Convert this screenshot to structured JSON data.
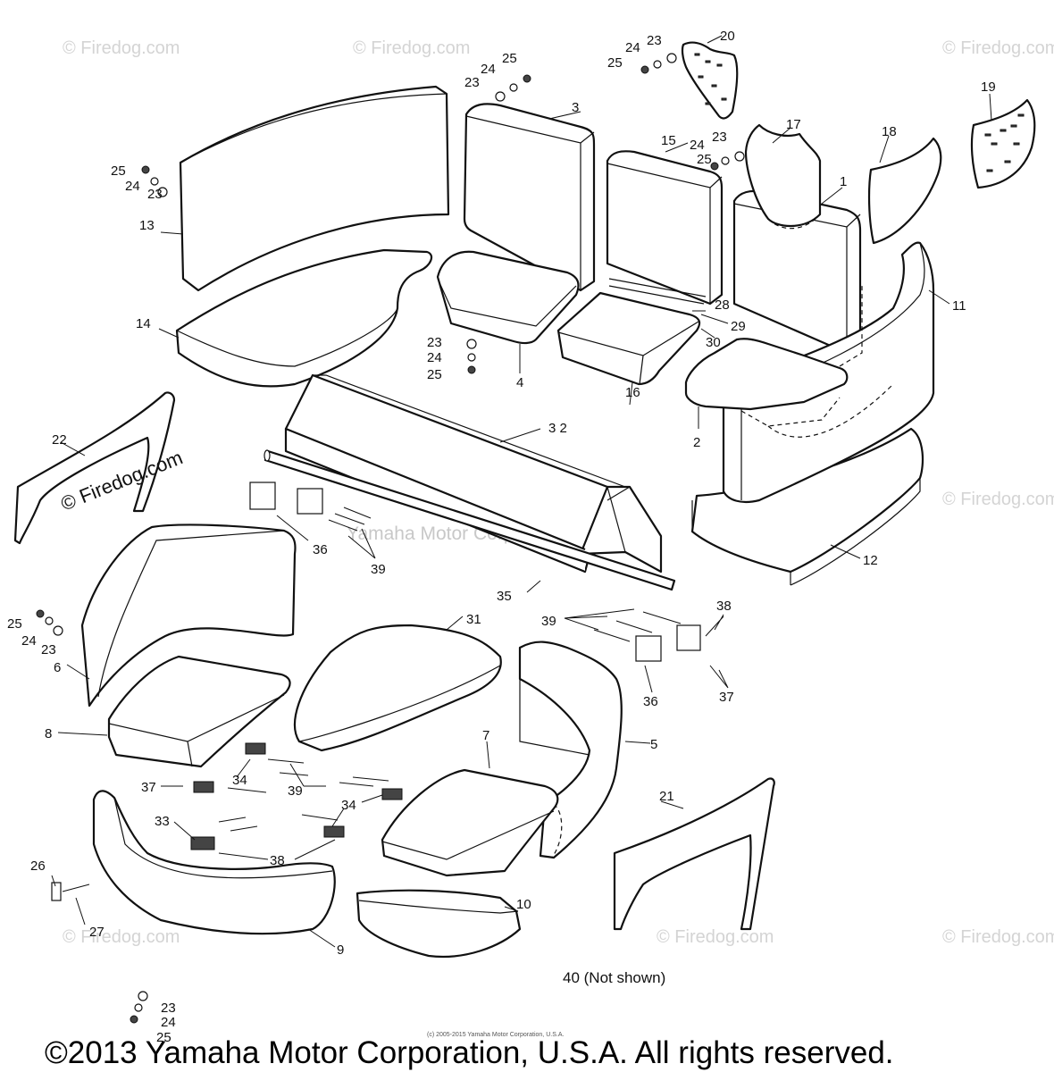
{
  "watermark": {
    "site": "© Firedog.com",
    "center": "Yamaha Motor Corp., U.S.A."
  },
  "labels": {
    "p1": "1",
    "p2": "2",
    "p3": "3",
    "p4": "4",
    "p5": "5",
    "p6": "6",
    "p7": "7",
    "p8": "8",
    "p9": "9",
    "p10": "10",
    "p11": "11",
    "p12": "12",
    "p13": "13",
    "p14": "14",
    "p15": "15",
    "p16": "16",
    "p17": "17",
    "p18": "18",
    "p19": "19",
    "p20": "20",
    "p21": "21",
    "p22": "22",
    "p23": "23",
    "p24": "24",
    "p25": "25",
    "p26": "26",
    "p27": "27",
    "p28": "28",
    "p29": "29",
    "p30": "30",
    "p31": "31",
    "p32": "3 2",
    "p33": "33",
    "p34": "34",
    "p35": "35",
    "p36": "36",
    "p37": "37",
    "p38": "38",
    "p39": "39"
  },
  "note_not_shown": "40 (Not shown)",
  "small_copyright": "(c) 2005-2015 Yamaha Motor Corporation, U.S.A.",
  "copyright": "©2013 Yamaha Motor Corporation, U.S.A. All rights reserved."
}
